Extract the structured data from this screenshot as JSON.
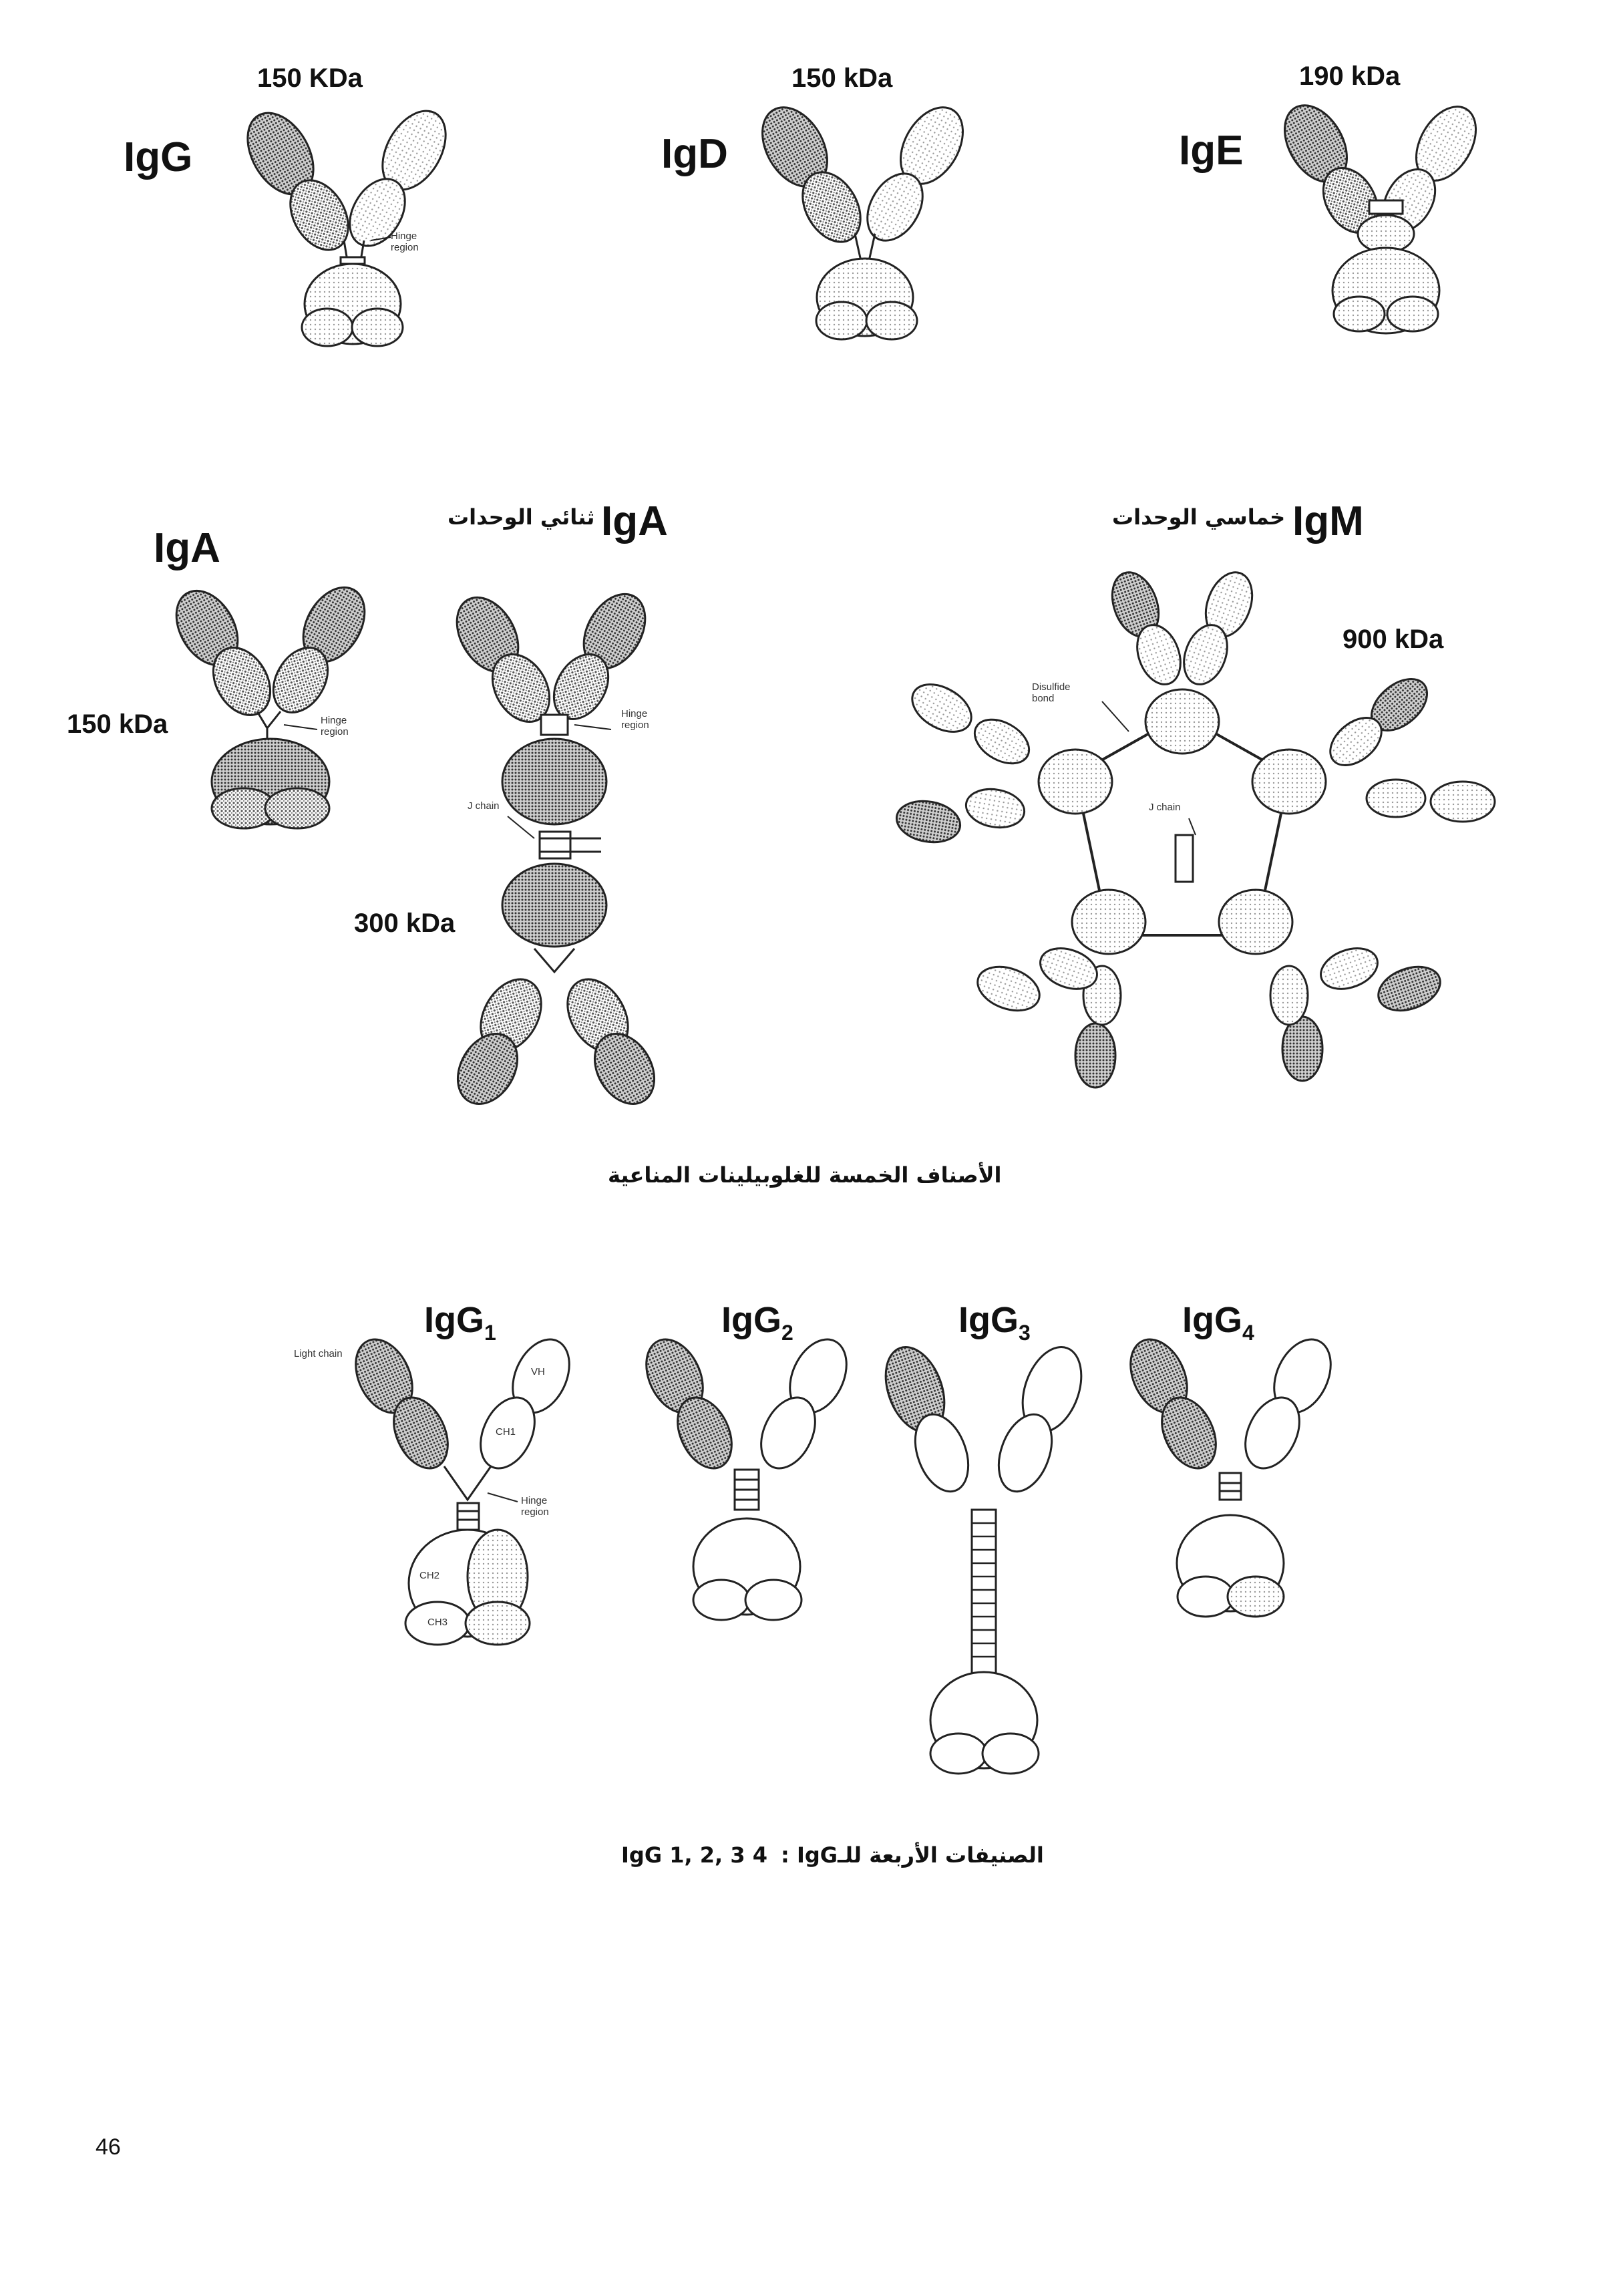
{
  "top_row": {
    "igg": {
      "name": "IgG",
      "weight": "150 KDa",
      "hinge": "Hinge region"
    },
    "igd": {
      "name": "IgD",
      "weight": "150 kDa"
    },
    "ige": {
      "name": "IgE",
      "weight": "190 kDa"
    }
  },
  "middle_row": {
    "iga_mono": {
      "name": "IgA",
      "weight": "150 kDa",
      "hinge": "Hinge region"
    },
    "iga_dimer": {
      "name": "IgA",
      "prefix_ar": "ثنائي الوحدات",
      "weight": "300 kDa",
      "hinge": "Hinge region",
      "j_chain": "J chain"
    },
    "igm": {
      "name": "IgM",
      "prefix_ar": "خماسي الوحدات",
      "weight": "900 kDa",
      "disulfide": "Disulfide bond",
      "j_chain": "J chain"
    }
  },
  "caption_classes": "الأصناف الخمسة للغلوبيلينات المناعية",
  "subclasses": {
    "igg1": {
      "base": "IgG",
      "sub": "1",
      "light_label": "Light chain",
      "vh": "VH",
      "ch1": "CH1",
      "hinge": "Hinge region",
      "ch2": "CH2",
      "ch3": "CH3"
    },
    "igg2": {
      "base": "IgG",
      "sub": "2"
    },
    "igg3": {
      "base": "IgG",
      "sub": "3"
    },
    "igg4": {
      "base": "IgG",
      "sub": "4"
    }
  },
  "caption_subclasses": {
    "ar": "الصنيفات الأربعة للـIgG :",
    "en": "IgG 1, 2, 3 4"
  },
  "page_number": "46"
}
